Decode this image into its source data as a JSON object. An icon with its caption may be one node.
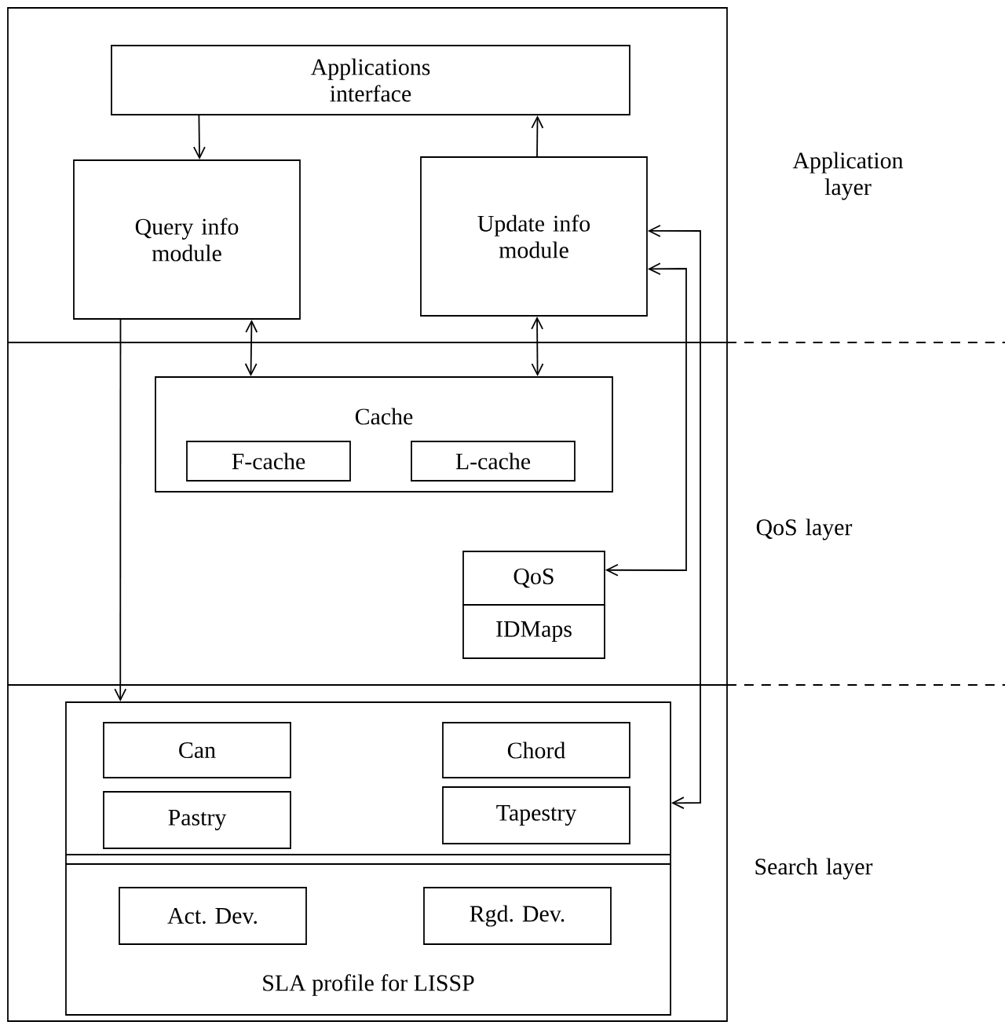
{
  "diagram": {
    "nodes": [
      {
        "text": [
          "Applications interface"
        ]
      },
      {
        "text": [
          "Query info module"
        ]
      },
      {
        "text": [
          "Update info module"
        ]
      },
      {
        "text": [
          "Cache"
        ]
      },
      {
        "text": [
          "F-cache"
        ],
        "in": 3
      },
      {
        "text": [
          "L-cache"
        ],
        "in": 3
      },
      {
        "text": [
          "QoS"
        ]
      },
      {
        "text": [
          "IDMaps"
        ]
      },
      {
        "text": [],
        "shape": "box"
      },
      {
        "text": [
          "Can"
        ],
        "in": 8
      },
      {
        "text": [
          "Chord"
        ],
        "in": 8
      },
      {
        "text": [
          "Pastry"
        ],
        "in": 8
      },
      {
        "text": [
          "Tapestry"
        ],
        "in": 8
      },
      {
        "text": [
          "SLA profile for LISSP"
        ]
      },
      {
        "text": [
          "Act. Dev."
        ],
        "in": 13
      },
      {
        "text": [
          "Rgd. Dev."
        ],
        "in": 13
      }
    ],
    "edges": [
      {
        "from": 0,
        "to": 1,
        "arrow": "to"
      },
      {
        "from": 2,
        "to": 0,
        "arrow": "to"
      },
      {
        "from": 1,
        "to": 3,
        "arrow": "both"
      },
      {
        "from": 2,
        "to": 3,
        "arrow": "both"
      },
      {
        "from": 1,
        "to": 8,
        "arrow": "to"
      },
      {
        "from": 2,
        "to": 8,
        "arrow": "both"
      },
      {
        "from": 2,
        "to": 6,
        "arrow": "both"
      }
    ],
    "labels": [
      "Application layer",
      "QoS layer",
      "Search layer"
    ]
  }
}
